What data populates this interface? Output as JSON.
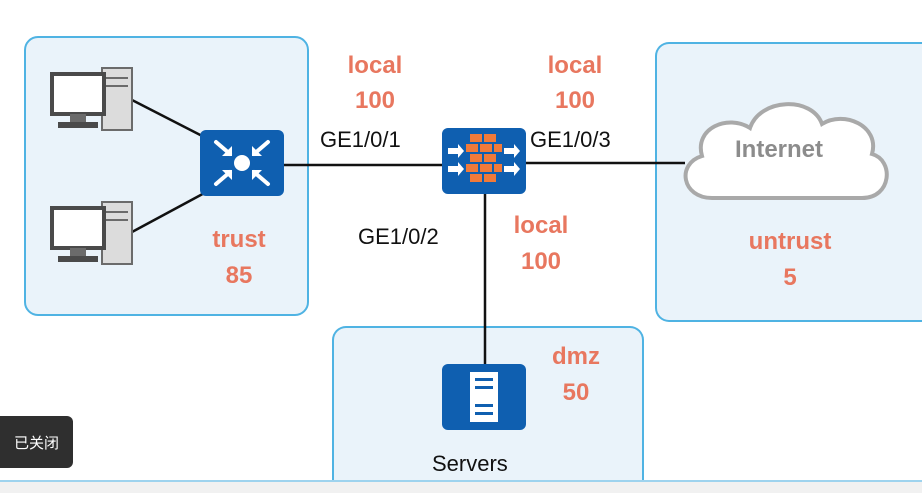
{
  "zones": {
    "trust": {
      "name": "trust",
      "priority": "85"
    },
    "untrust": {
      "name": "untrust",
      "priority": "5"
    },
    "dmz": {
      "name": "dmz",
      "priority": "50"
    }
  },
  "local_labels": [
    {
      "name": "local",
      "priority": "100"
    },
    {
      "name": "local",
      "priority": "100"
    },
    {
      "name": "local",
      "priority": "100"
    }
  ],
  "interfaces": {
    "trust_side": "GE1/0/1",
    "dmz_side": "GE1/0/2",
    "untrust_side": "GE1/0/3"
  },
  "internet_label": "Internet",
  "servers_label": "Servers",
  "toast_text": "已关闭",
  "colors": {
    "zone_border": "#4fb3e3",
    "zone_fill": "#eaf3fa",
    "label_accent": "#e8775f",
    "device_blue": "#0f5fb0",
    "firewall_orange": "#f07a3a"
  },
  "icons": [
    "pc-icon",
    "switch-icon",
    "firewall-icon",
    "cloud-icon",
    "server-icon"
  ]
}
